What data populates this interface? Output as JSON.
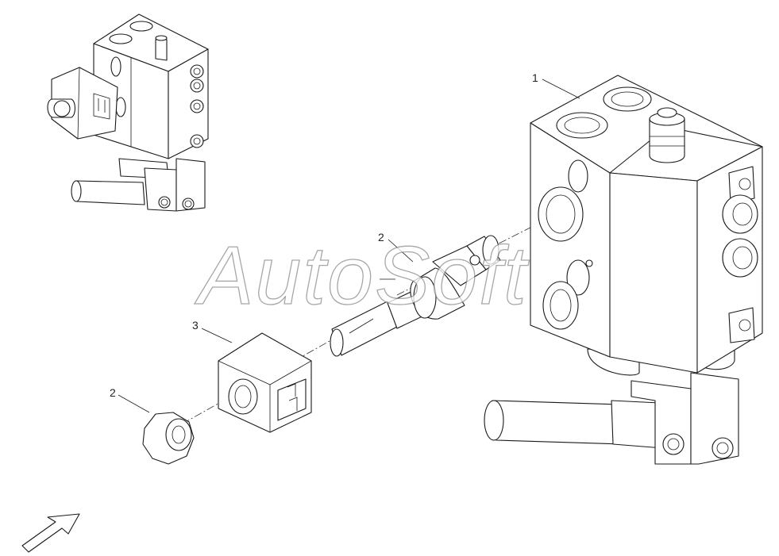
{
  "diagram": {
    "callouts": [
      {
        "id": "callout-1",
        "label": "1"
      },
      {
        "id": "callout-2a",
        "label": "2"
      },
      {
        "id": "callout-3",
        "label": "3"
      },
      {
        "id": "callout-2b",
        "label": "2"
      }
    ],
    "watermark": "AutoSoft",
    "icons": [
      "valve-block-icon",
      "cartridge-icon",
      "coil-icon",
      "nut-icon",
      "direction-arrow-icon"
    ]
  }
}
